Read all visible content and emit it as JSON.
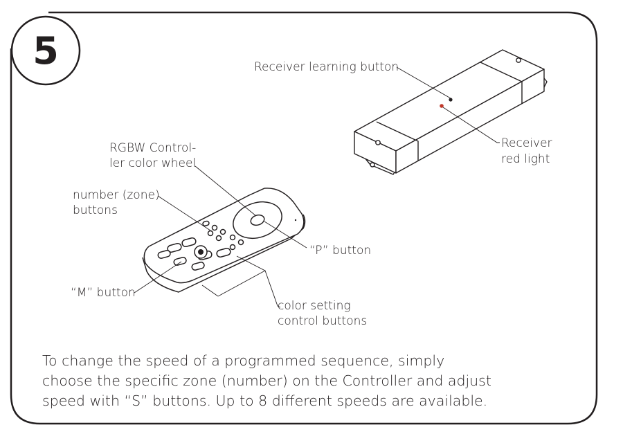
{
  "step": {
    "number": "5"
  },
  "labels": {
    "receiver_learning_button": "Receiver learning button",
    "receiver_red_light_line1": "Receiver",
    "receiver_red_light_line2": "red light",
    "color_wheel_line1": "RGBW Control-",
    "color_wheel_line2": "ler color wheel",
    "zone_buttons_line1": "number (zone)",
    "zone_buttons_line2": "buttons",
    "p_button": "“P” button",
    "m_button": "“M” button",
    "color_setting_line1": "color setting",
    "color_setting_line2": "control buttons"
  },
  "caption": {
    "line1": "To change the speed of a programmed sequence, simply",
    "line2": "choose the specific zone (number) on the Controller and adjust",
    "line3": "speed with “S” buttons. Up to 8 different speeds are available."
  },
  "colors": {
    "ink": "#231f20",
    "red_light": "#c0392b",
    "background": "#ffffff"
  }
}
